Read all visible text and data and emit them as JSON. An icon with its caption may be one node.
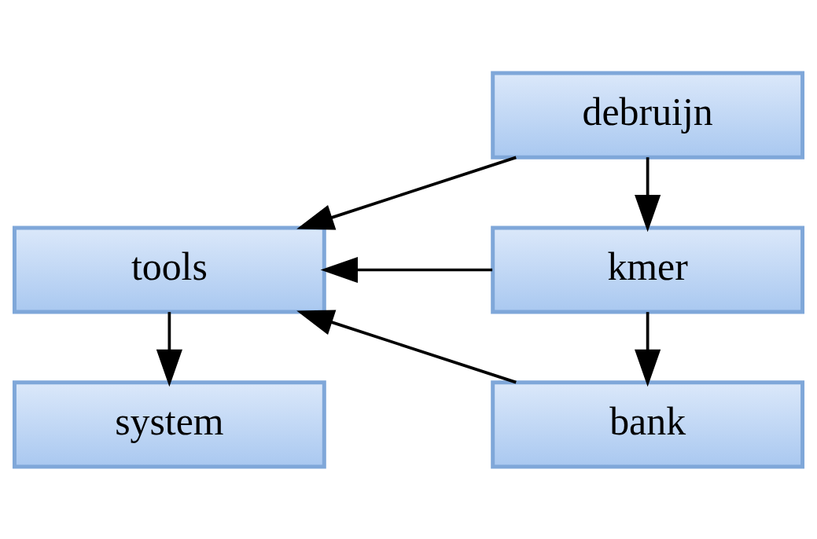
{
  "diagram": {
    "nodes": [
      {
        "text": [
          "system"
        ]
      },
      {
        "text": [
          "tools"
        ]
      },
      {
        "text": [
          "bank"
        ]
      },
      {
        "text": [
          "kmer"
        ]
      },
      {
        "text": [
          "debruijn"
        ]
      }
    ],
    "edges": [
      {
        "from": 1,
        "to": 0,
        "arrow": "to"
      },
      {
        "from": 2,
        "to": 1,
        "arrow": "to"
      },
      {
        "from": 3,
        "to": 1,
        "arrow": "to"
      },
      {
        "from": 4,
        "to": 1,
        "arrow": "to"
      },
      {
        "from": 3,
        "to": 2,
        "arrow": "to"
      },
      {
        "from": 4,
        "to": 3,
        "arrow": "to"
      }
    ]
  }
}
